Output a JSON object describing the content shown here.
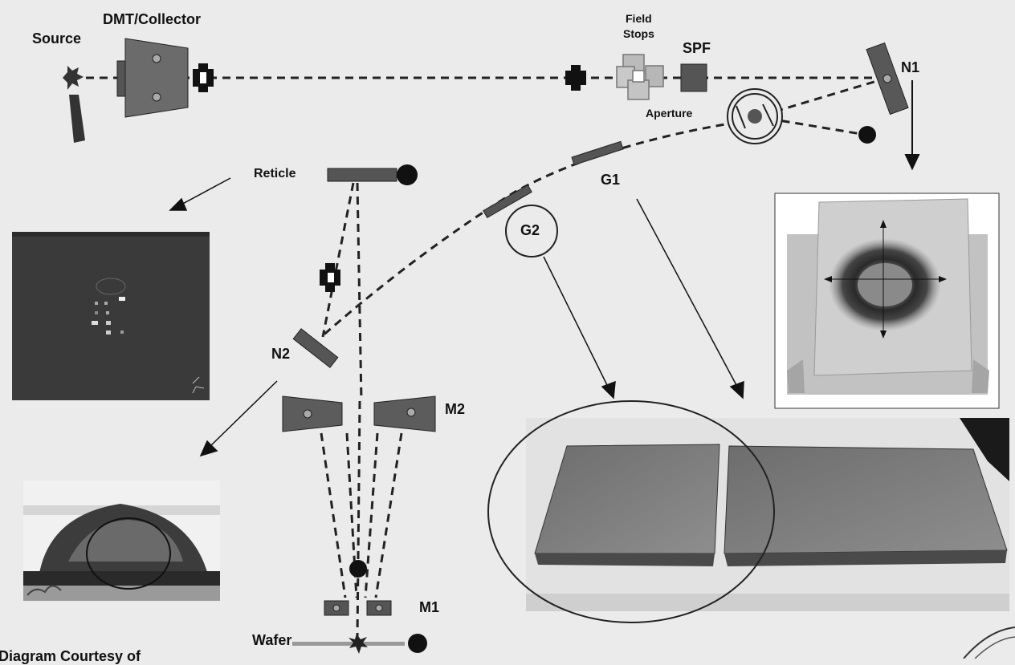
{
  "labels": {
    "source": "Source",
    "dmt_collector": "DMT/Collector",
    "field_stops_1": "Field",
    "field_stops_2": "Stops",
    "spf": "SPF",
    "n1": "N1",
    "aperture": "Aperture",
    "reticle": "Reticle",
    "g1": "G1",
    "g2": "G2",
    "n2": "N2",
    "m2": "M2",
    "m1": "M1",
    "wafer": "Wafer",
    "credit": "Diagram Courtesy of"
  }
}
